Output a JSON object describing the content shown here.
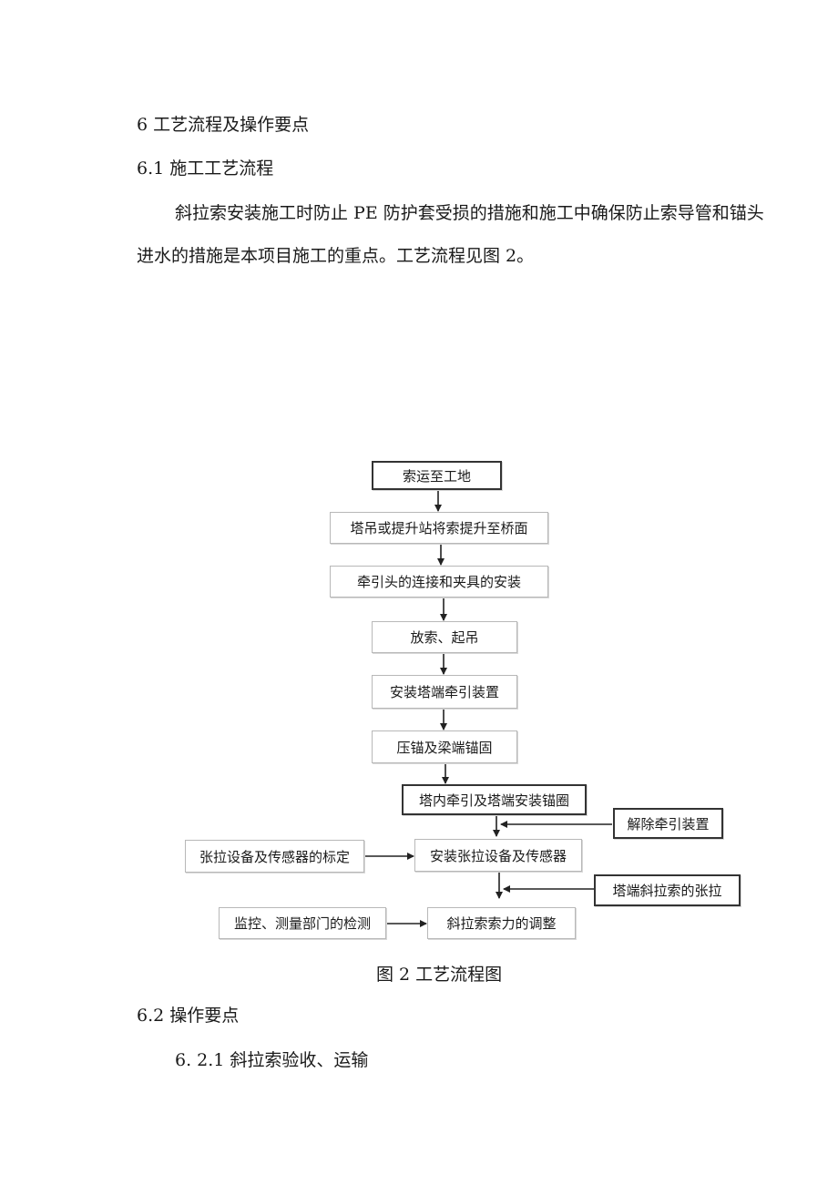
{
  "section6": {
    "heading": "6 工艺流程及操作要点"
  },
  "section61": {
    "heading": "6.1  施工工艺流程",
    "para_line1": "斜拉索安装施工时防止 PE 防护套受损的措施和施工中确保防止索导管和锚头",
    "para_line2": "进水的措施是本项目施工的重点。工艺流程见图 2。"
  },
  "flowchart": {
    "steps": [
      "索运至工地",
      "塔吊或提升站将索提升至桥面",
      "牵引头的连接和夹具的安装",
      "放索、起吊",
      "安装塔端牵引装置",
      "压锚及梁端锚固",
      "塔内牵引及塔端安装锚圈",
      "安装张拉设备及传感器",
      "斜拉索索力的调整"
    ],
    "side_inputs": [
      "解除牵引装置",
      "张拉设备及传感器的标定",
      "塔端斜拉索的张拉",
      "监控、测量部门的检测"
    ],
    "caption": "图 2 工艺流程图"
  },
  "section62": {
    "heading": "6.2 操作要点",
    "sub1": "6. 2.1 斜拉索验收、运输"
  }
}
